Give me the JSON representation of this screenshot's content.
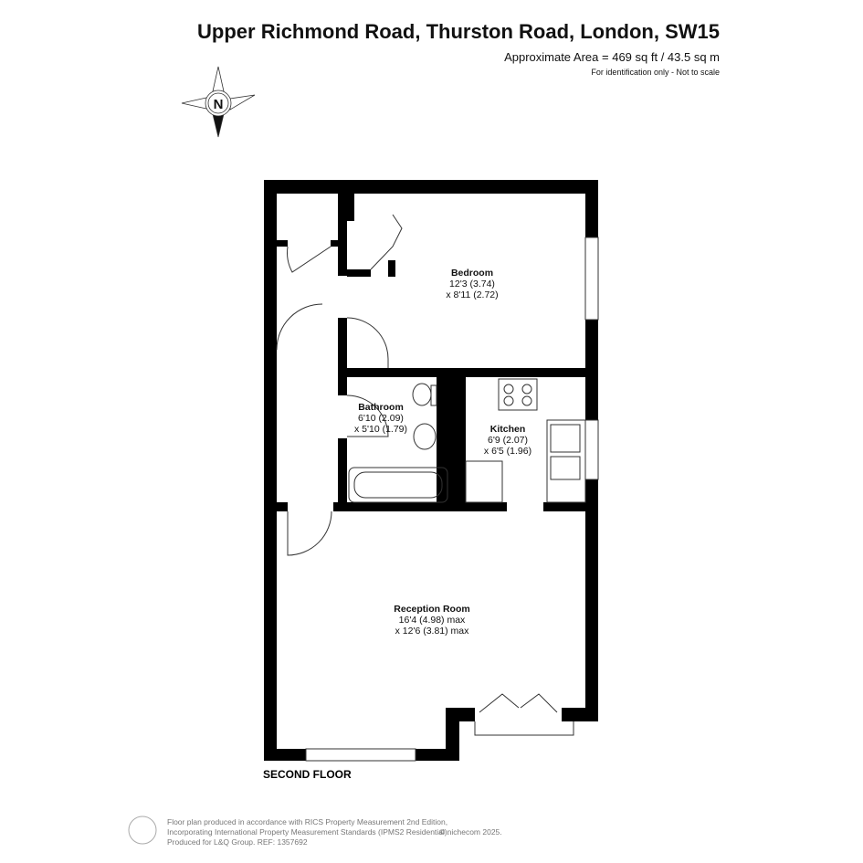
{
  "header": {
    "title": "Upper Richmond Road, Thurston Road, London, SW15",
    "area": "Approximate Area = 469 sq ft / 43.5 sq m",
    "disclaimer": "For identification only - Not to scale"
  },
  "compass": {
    "label": "N"
  },
  "rooms": [
    {
      "name": "Bedroom",
      "dim1": "12'3 (3.74)",
      "dim2": "x 8'11 (2.72)"
    },
    {
      "name": "Bathroom",
      "dim1": "6'10 (2.09)",
      "dim2": "x 5'10 (1.79)"
    },
    {
      "name": "Kitchen",
      "dim1": "6'9 (2.07)",
      "dim2": "x 6'5 (1.96)"
    },
    {
      "name": "Reception Room",
      "dim1": "16'4 (4.98) max",
      "dim2": "x 12'6 (3.81) max"
    }
  ],
  "floor_label": "SECOND FLOOR",
  "footer": {
    "line1": "Floor plan produced in accordance with RICS Property Measurement 2nd Edition,",
    "line2": "Incorporating International Property Measurement Standards (IPMS2 Residential).",
    "line3": "Produced for L&Q Group.   REF: 1357692",
    "copyright": "© nichecom 2025."
  }
}
